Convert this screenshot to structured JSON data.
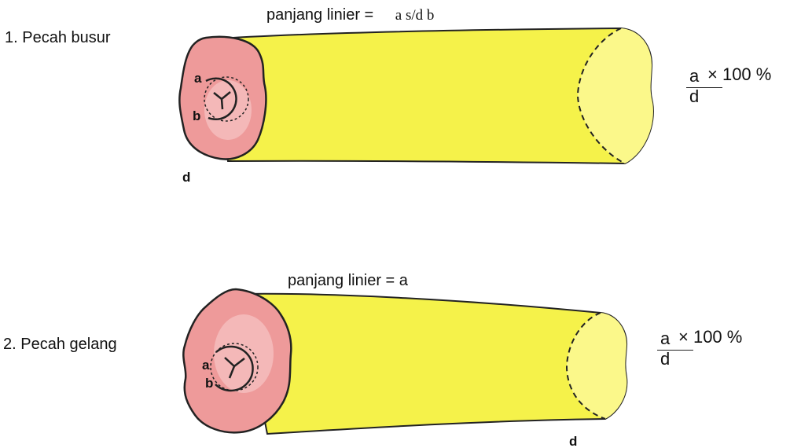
{
  "panel1": {
    "title": "1. Pecah busur",
    "linear_prefix": "panjang linier = ",
    "linear_value": "a s/d b",
    "label_a": "a",
    "label_b": "b",
    "label_d": "d",
    "formula_num": "a",
    "formula_rest": "× 100 %",
    "formula_den": "d"
  },
  "panel2": {
    "title": "2. Pecah gelang",
    "linear_text": "panjang linier = a",
    "label_a": "a",
    "label_b": "b",
    "label_d": "d",
    "formula_num": "a",
    "formula_rest": "× 100 %",
    "formula_den": "d"
  },
  "colors": {
    "tube_fill": "#f5f24a",
    "tube_shade": "#fbf88a",
    "end_fill": "#ee9a9a",
    "end_highlight": "#f7c4c4",
    "outline": "#222222"
  }
}
